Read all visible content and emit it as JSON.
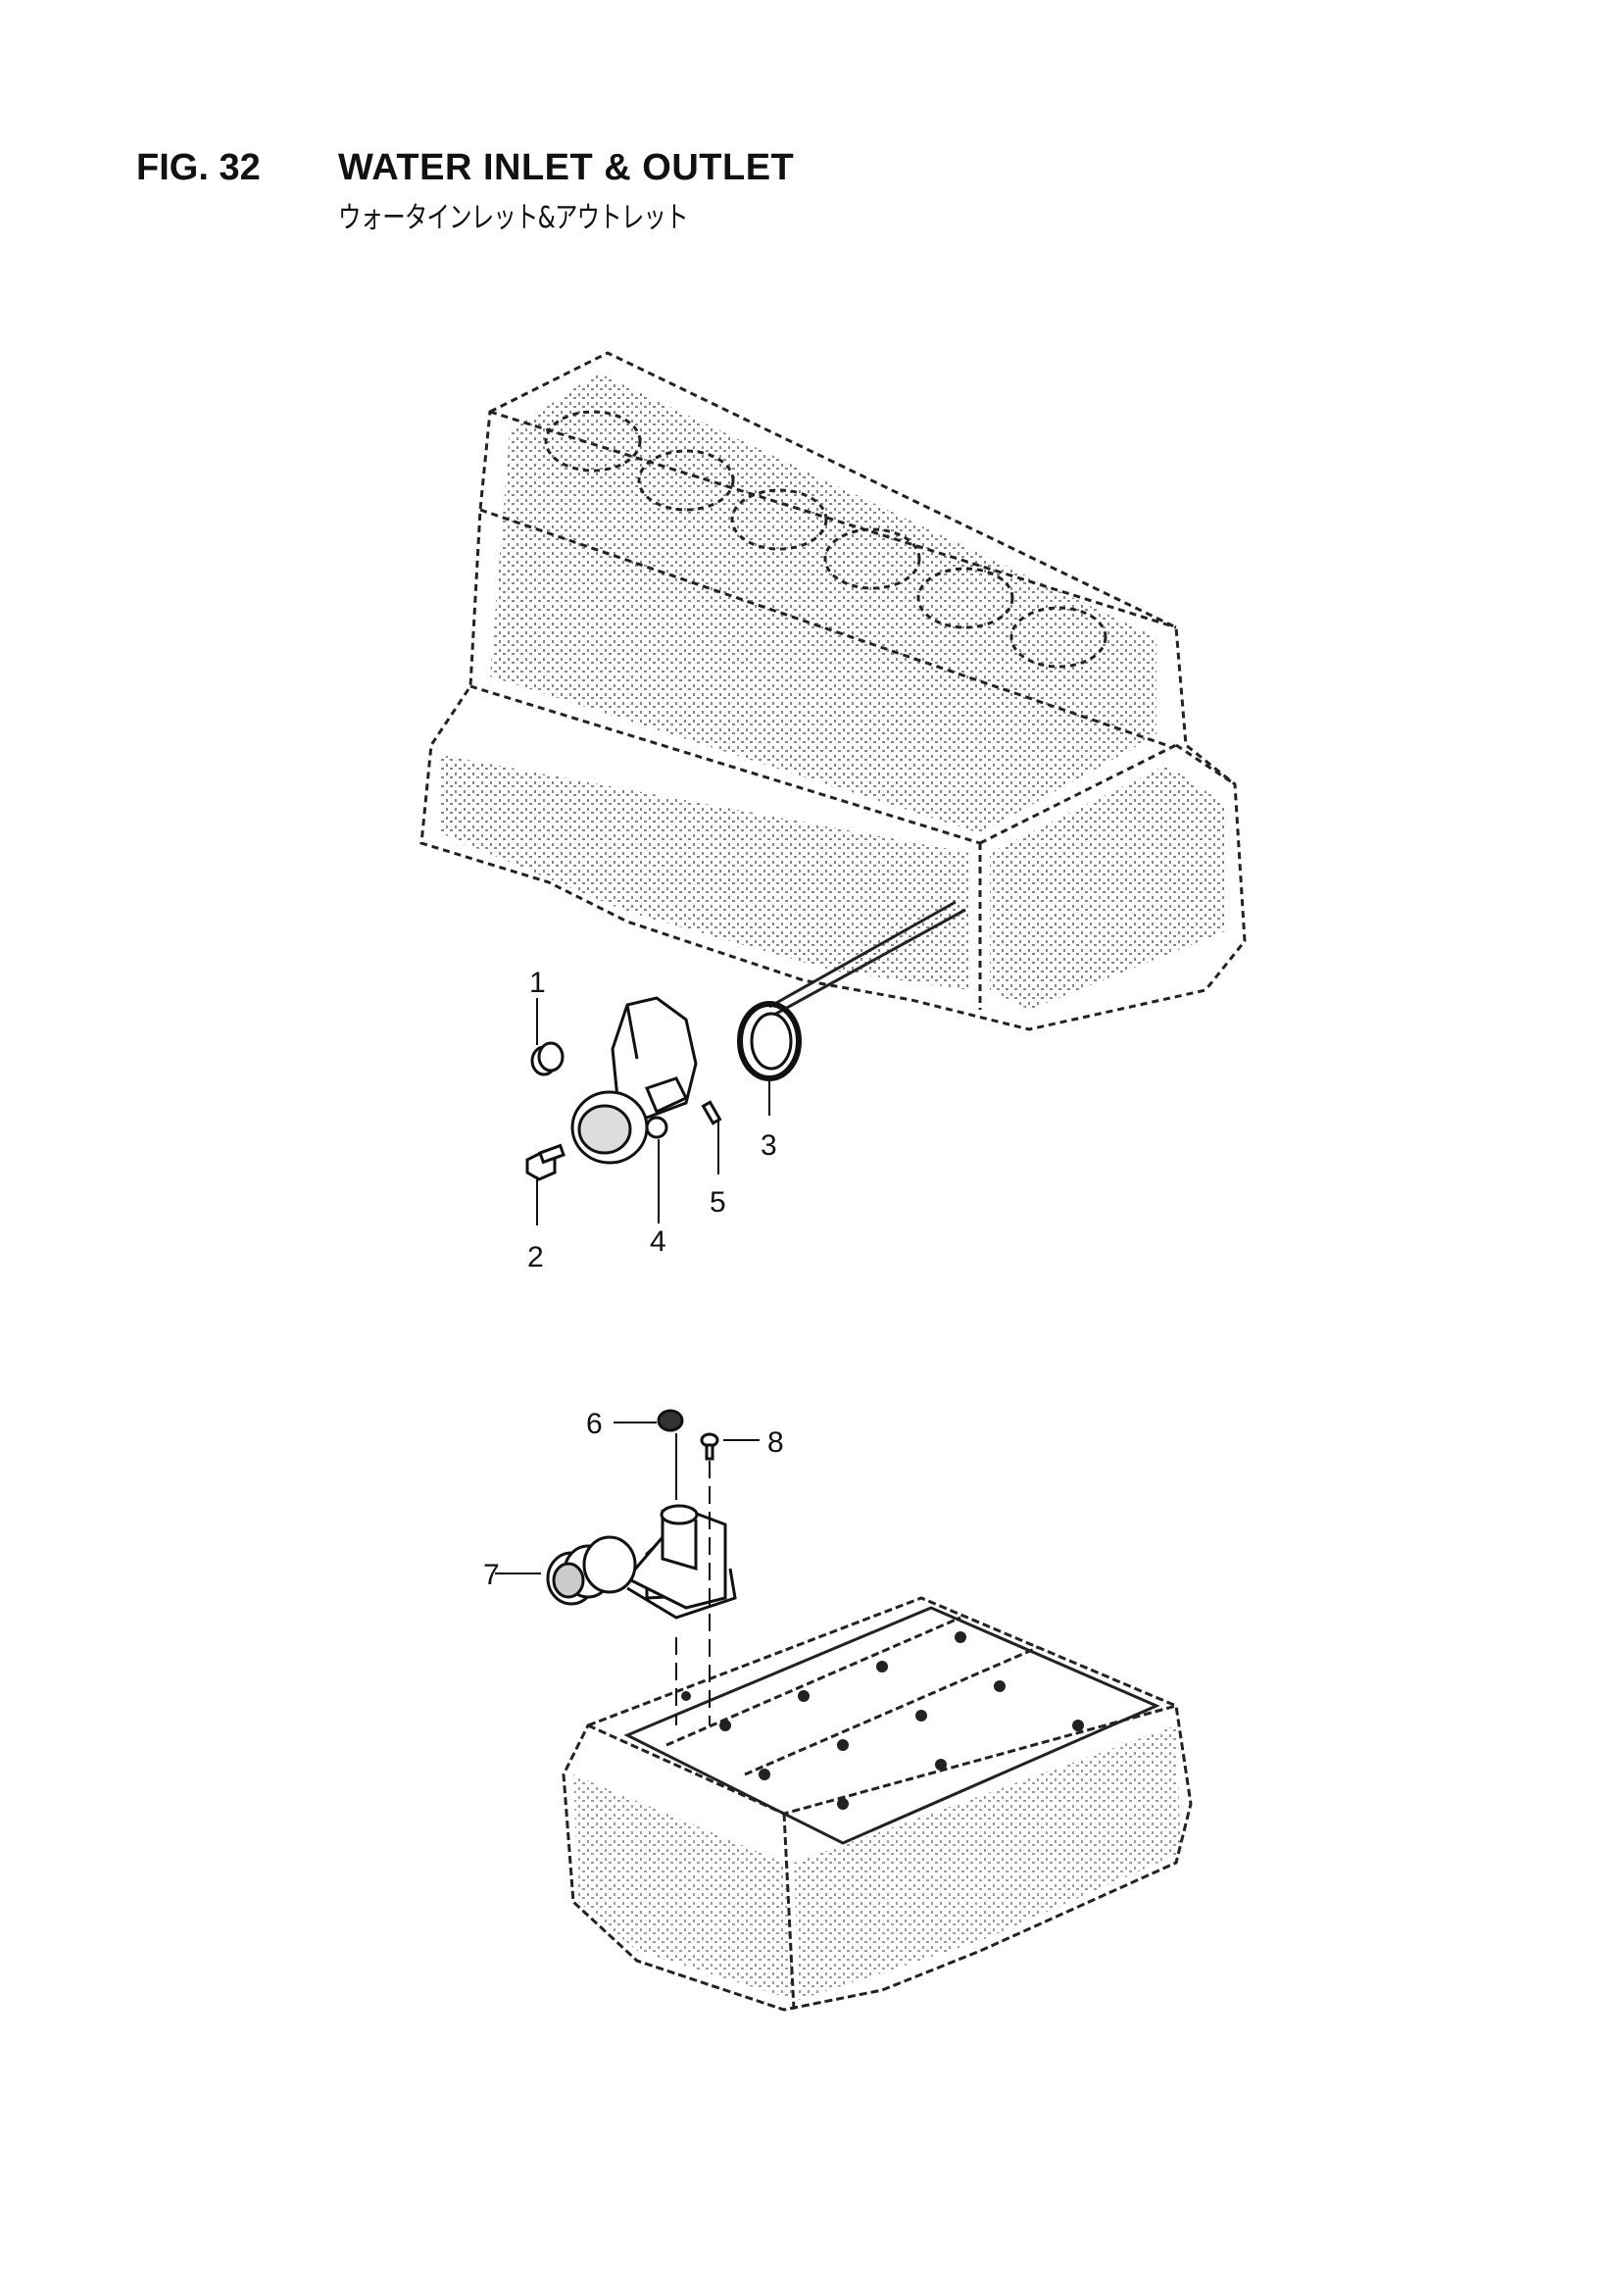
{
  "figure": {
    "number": "FIG. 32",
    "title_en": "WATER INLET & OUTLET",
    "title_jp": "ウォータインレット&アウトレット"
  },
  "callouts": {
    "c1": "1",
    "c2": "2",
    "c3": "3",
    "c4": "4",
    "c5": "5",
    "c6": "6",
    "c7": "7",
    "c8": "8"
  }
}
